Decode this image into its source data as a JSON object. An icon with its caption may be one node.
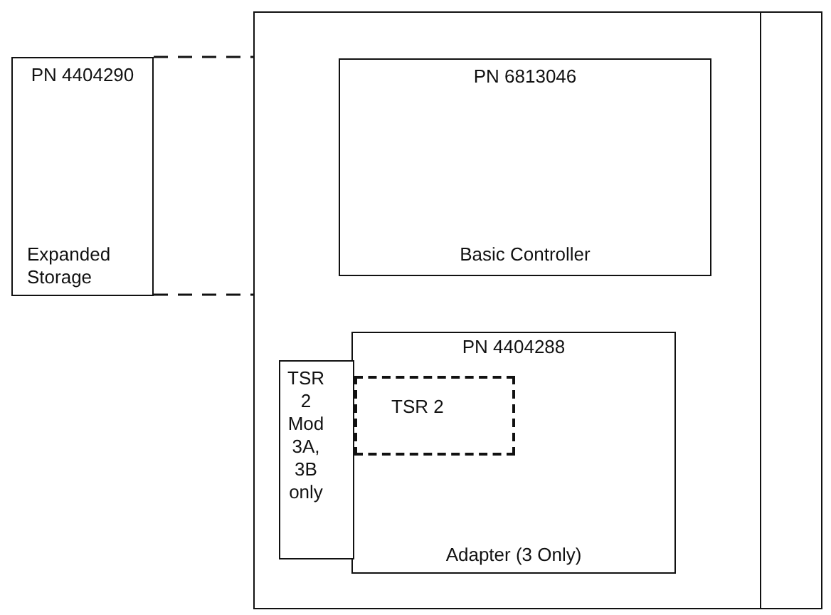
{
  "diagram": {
    "nodes": [
      {
        "text": [],
        "shape": "box"
      },
      {
        "text": [
          "PN 4404290",
          "Expanded Storage"
        ]
      },
      {
        "text": [
          "PN 6813046",
          "Basic Controller"
        ],
        "in": 0
      },
      {
        "text": [
          "PN 4404288",
          "Adapter (3 Only)"
        ],
        "in": 0
      },
      {
        "text": [
          "TSR 2"
        ],
        "in": 3
      },
      {
        "text": [
          "TSR 2 Mod 3A, 3B only"
        ],
        "in": 0
      }
    ],
    "edges": [
      {
        "from": 1,
        "to": 0,
        "arrow": "none",
        "style": "dashed"
      },
      {
        "from": 1,
        "to": 0,
        "arrow": "none",
        "style": "dashed"
      }
    ]
  }
}
